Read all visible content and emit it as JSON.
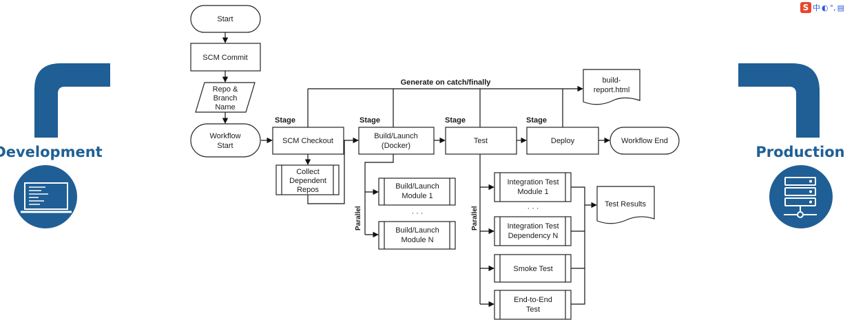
{
  "sides": {
    "left": {
      "label": "Development"
    },
    "right": {
      "label": "Production"
    }
  },
  "colors": {
    "accent": "#1f5f95",
    "stroke": "#222222",
    "box": "#ffffff"
  },
  "nodes": {
    "start": "Start",
    "scm_commit": "SCM Commit",
    "repo_branch": [
      "Repo &",
      "Branch",
      "Name"
    ],
    "workflow_start": [
      "Workflow",
      "Start"
    ],
    "scm_checkout": "SCM Checkout",
    "collect_repos": [
      "Collect",
      "Dependent",
      "Repos"
    ],
    "build_launch": [
      "Build/Launch",
      "(Docker)"
    ],
    "test": "Test",
    "deploy": "Deploy",
    "workflow_end": "Workflow End",
    "build_report": [
      "build-",
      "report.html"
    ],
    "build_module_1": [
      "Build/Launch",
      "Module 1"
    ],
    "build_module_n": [
      "Build/Launch",
      "Module N"
    ],
    "integration_module_1": [
      "Integration Test",
      "Module 1"
    ],
    "integration_dependency_n": [
      "Integration Test",
      "Dependency N"
    ],
    "smoke_test": "Smoke Test",
    "e2e_test": [
      "End-to-End",
      "Test"
    ],
    "test_results": "Test Results"
  },
  "labels": {
    "generate": "Generate on catch/finally",
    "stage": "Stage",
    "parallel": "Parallel",
    "ellipsis": "· · ·"
  },
  "tray": {
    "logo": "S",
    "items": [
      "中",
      "◐",
      "°,",
      "▤"
    ]
  }
}
